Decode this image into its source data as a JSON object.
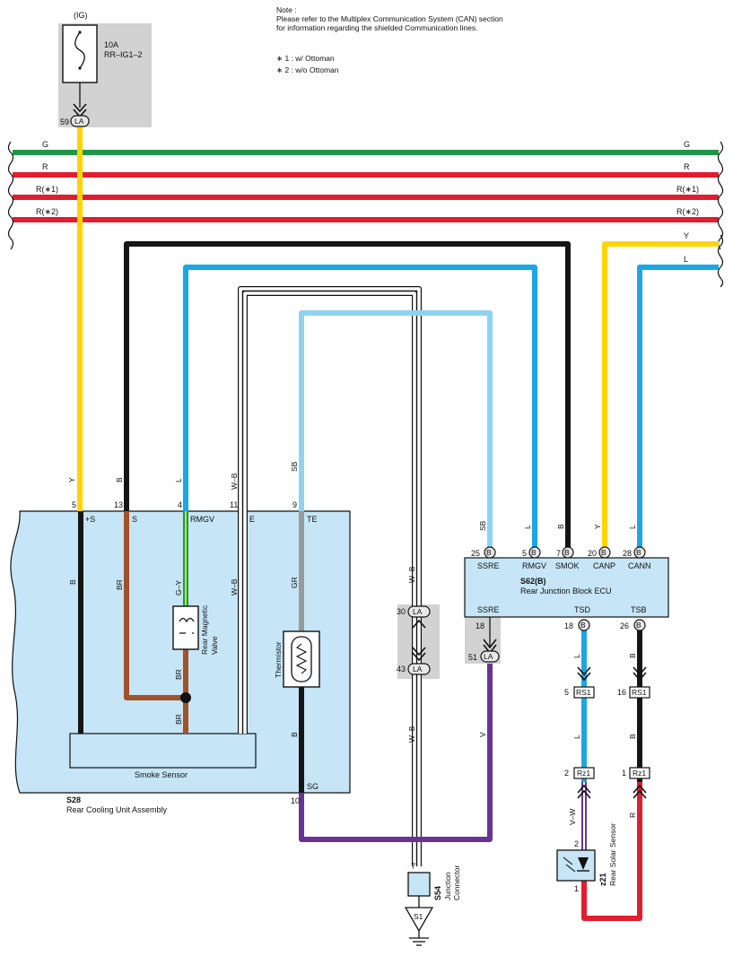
{
  "note": {
    "title": "Note :",
    "line1": "Please refer to the Multiplex Communication System (CAN) section",
    "line2": "for information regarding the shielded Communication lines.",
    "legend1": "∗ 1 : w/ Ottoman",
    "legend2": "∗ 2 : w/o Ottoman"
  },
  "fuse": {
    "power_label": "(IG)",
    "rating": "10A",
    "name": "RR–IG1–2",
    "pin": "59",
    "connector": "LA"
  },
  "bus": {
    "g": "G",
    "r": "R",
    "r1": "R(∗1)",
    "r2": "R(∗2)",
    "y": "Y",
    "l": "L"
  },
  "colors": {
    "green": "#1a9a48",
    "red": "#e11d2e",
    "yellow": "#ffd500",
    "black": "#151515",
    "blue": "#1ca6e4",
    "sky": "#8fd3f1",
    "brown": "#a0522d",
    "gray": "#9a9a9a",
    "purple": "#6a3393",
    "greenyellow": "#c8e03a"
  },
  "wire_colors": {
    "y": "Y",
    "b": "B",
    "l": "L",
    "wb": "W–B",
    "sb": "SB",
    "br": "BR",
    "gy": "G–Y",
    "gr": "GR",
    "v": "V",
    "vw": "V–W",
    "r": "R"
  },
  "s28": {
    "code": "S28",
    "name": "Rear Cooling Unit Assembly",
    "pins": {
      "p5": "5",
      "p13": "13",
      "p4": "4",
      "p11": "11",
      "p9": "9",
      "p10": "10"
    },
    "terms": {
      "ps": "+S",
      "s": "S",
      "rmgv": "RMGV",
      "e": "E",
      "te": "TE",
      "sg": "SG"
    },
    "smoke_sensor": "Smoke Sensor",
    "valve1": "Rear Magnetic",
    "valve2": "Valve",
    "thermistor": "Thermistor"
  },
  "s62": {
    "code": "S62(B)",
    "name": "Rear Junction Block ECU",
    "connector": "B",
    "top_pins": [
      "25",
      "5",
      "7",
      "20",
      "28"
    ],
    "top_terms": [
      "SSRE",
      "RMGV",
      "SMOK",
      "CANP",
      "CANN"
    ],
    "bottom_terms": [
      "SSRE",
      "TSD",
      "TSB"
    ],
    "bottom_pins": [
      "18",
      "18",
      "26"
    ]
  },
  "la": {
    "conn": "LA",
    "p30": "30",
    "p43": "43",
    "p51": "51"
  },
  "rs1": {
    "name": "RS1",
    "p5": "5",
    "p16": "16"
  },
  "rz1": {
    "name": "Rz1",
    "p2": "2",
    "p1": "1"
  },
  "z21": {
    "code": "z21",
    "name": "Rear Solar Sensor",
    "p2": "2",
    "p1": "1"
  },
  "s54": {
    "code": "S54",
    "name1": "Junction",
    "name2": "Connector",
    "pin": "7",
    "ground": "S1"
  }
}
